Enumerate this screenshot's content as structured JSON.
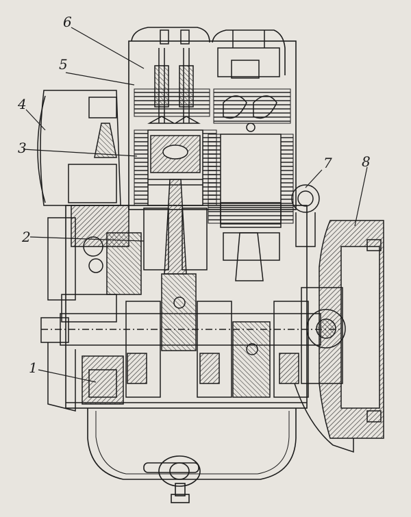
{
  "labels": {
    "l1": "1",
    "l2": "2",
    "l3": "3",
    "l4": "4",
    "l5": "5",
    "l6": "6",
    "l7": "7",
    "l8": "8"
  },
  "colors": {
    "paper": "#e8e5df",
    "ink": "#1c1c1c",
    "hatch": "#3a3a3a"
  }
}
